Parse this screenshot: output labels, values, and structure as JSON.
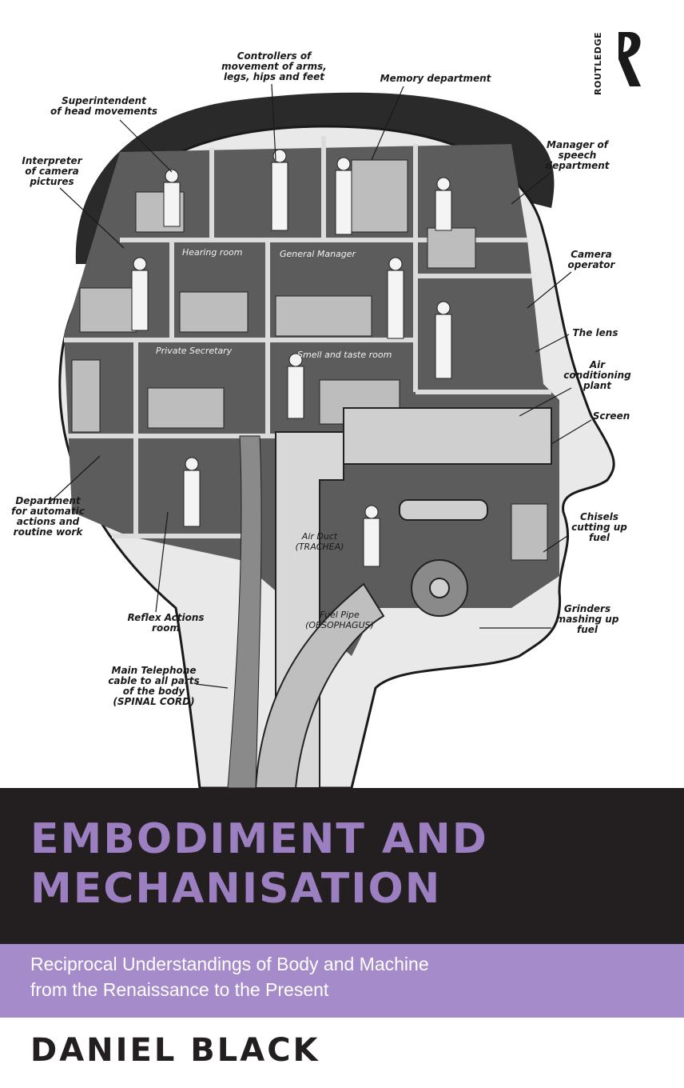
{
  "cover": {
    "title_line1": "EMBODIMENT AND",
    "title_line2": "MECHANISATION",
    "subtitle_line1": "Reciprocal Understandings of Body and Machine",
    "subtitle_line2": "from the Renaissance to the Present",
    "author": "DANIEL BLACK",
    "publisher": "ROUTLEDGE",
    "colors": {
      "title_band": "#231f20",
      "title_text": "#9b7fc0",
      "subtitle_band": "#a58bc9",
      "subtitle_text": "#ffffff"
    }
  },
  "illustration": {
    "callouts": {
      "controllers": "Controllers of\nmovement of arms,\nlegs, hips and feet",
      "memory": "Memory department",
      "superintendent": "Superintendent\nof head movements",
      "interpreter": "Interpreter\nof camera\npictures",
      "manager_speech": "Manager of\nspeech\ndepartment",
      "camera_operator": "Camera\noperator",
      "lens": "The lens",
      "air_conditioning": "Air\nconditioning\nplant",
      "screen": "Screen",
      "chisels": "Chisels\ncutting up\nfuel",
      "grinders": "Grinders\nmashing up\nfuel",
      "department_auto": "Department\nfor automatic\nactions and\nroutine work",
      "reflex": "Reflex Actions\nroom",
      "telephone": "Main Telephone\ncable to all parts\nof the body\n(SPINAL CORD)"
    },
    "rooms": {
      "hearing": "Hearing room",
      "general_manager": "General Manager",
      "private_secretary": "Private Secretary",
      "smell_taste": "Smell and taste room"
    },
    "ducts": {
      "air_duct": "Air Duct\n(TRACHEA)",
      "fuel_pipe": "Fuel Pipe\n(OESOPHAGUS)"
    }
  }
}
